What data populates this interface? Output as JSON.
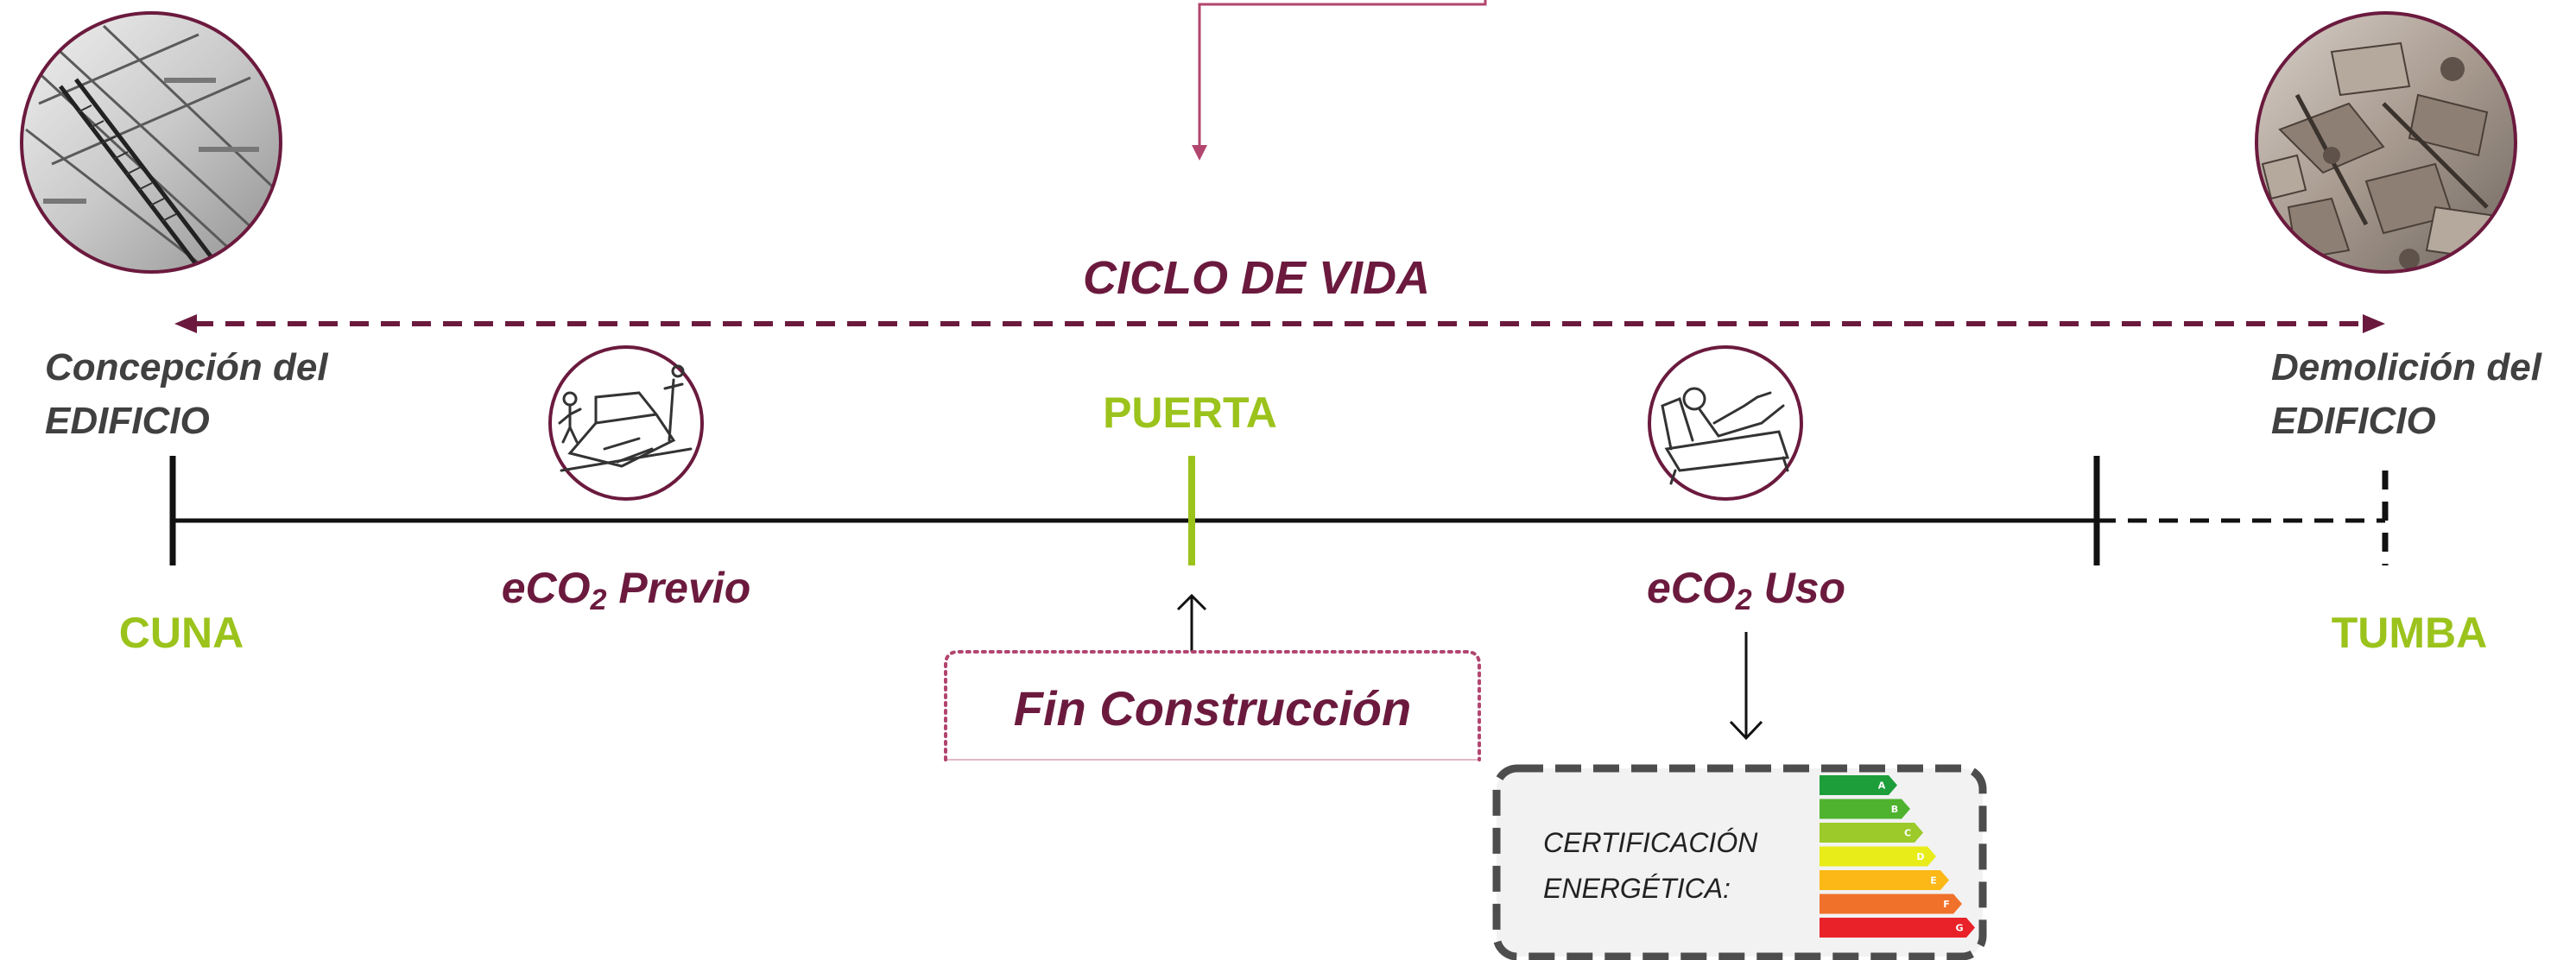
{
  "colors": {
    "maroon": "#6b1a3e",
    "green": "#9bc31c",
    "text_dark": "#404040",
    "black": "#111111",
    "grey_dash": "#4d4d4d",
    "pink_border": "#b2456e"
  },
  "lifecycle_label": "CICLO DE VIDA",
  "start": {
    "title_line1": "Concepción del",
    "title_line2": "EDIFICIO",
    "label": "CUNA",
    "photo_icon": "architectural-drawing-photo"
  },
  "end": {
    "title_line1": "Demolición del",
    "title_line2": "EDIFICIO",
    "label": "TUMBA",
    "photo_icon": "demolition-rubble-photo"
  },
  "gate": {
    "label": "PUERTA",
    "milestone": "Fin Construcción"
  },
  "phases": {
    "previo": {
      "prefix": "eCO",
      "sub": "2",
      "suffix": " Previo",
      "icon": "construction-sketch-icon"
    },
    "uso": {
      "prefix": "eCO",
      "sub": "2",
      "suffix": " Uso",
      "icon": "person-reclining-sketch-icon"
    }
  },
  "certificate": {
    "line1": "CERTIFICACIÓN",
    "line2": "ENERGÉTICA:",
    "classes": [
      {
        "letter": "A",
        "color": "#1e9e3a"
      },
      {
        "letter": "B",
        "color": "#4fb32f"
      },
      {
        "letter": "C",
        "color": "#9bca2a"
      },
      {
        "letter": "D",
        "color": "#e8ec19"
      },
      {
        "letter": "E",
        "color": "#fbb816"
      },
      {
        "letter": "F",
        "color": "#f0712a"
      },
      {
        "letter": "G",
        "color": "#e9222a"
      }
    ]
  }
}
